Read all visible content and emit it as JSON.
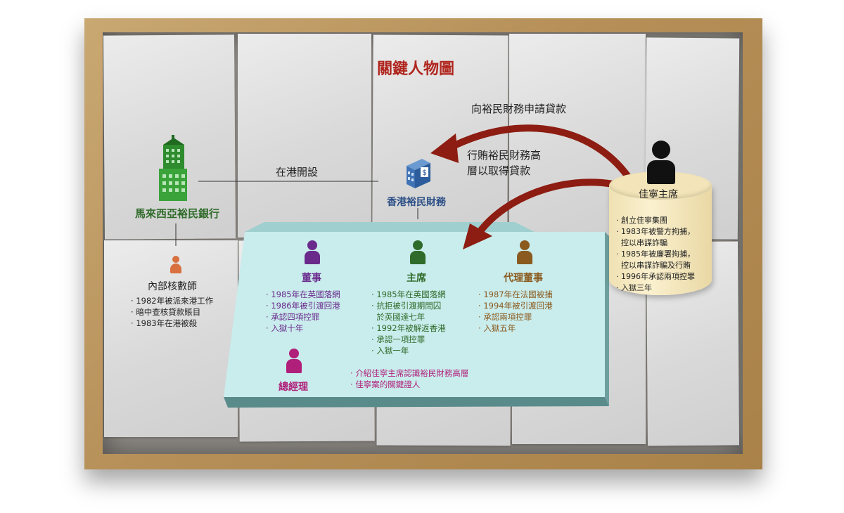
{
  "title": "關鍵人物圖",
  "arrows": {
    "loan_application": "向裕民財務申請貸款",
    "bribe_line1": "行賄裕民財務高",
    "bribe_line2": "層以取得貸款",
    "establish": "在港開設"
  },
  "bank": {
    "name": "馬來西亞裕民銀行"
  },
  "finance": {
    "name": "香港裕民財務"
  },
  "auditor": {
    "title": "內部核數師",
    "notes": [
      "1982年被派來港工作",
      "暗中查核貸款賬目",
      "1983年在港被殺"
    ]
  },
  "director": {
    "title": "董事",
    "notes": [
      "1985年在英國落網",
      "1986年被引渡回港",
      "承認四項控罪",
      "入獄十年"
    ]
  },
  "chairman": {
    "title": "主席",
    "notes": [
      "1985年在英國落網",
      "抗拒被引渡期間囚",
      "於英國達七年",
      "1992年被解返香港",
      "承認一項控罪",
      "入獄一年"
    ]
  },
  "acting_director": {
    "title": "代理董事",
    "notes": [
      "1987年在法國被捕",
      "1994年被引渡回港",
      "承認兩項控罪",
      "入獄五年"
    ]
  },
  "general_manager": {
    "title": "總經理",
    "notes": [
      "介紹佳寧主席認識裕民財務高層",
      "佳寧案的關鍵證人"
    ]
  },
  "carrian_chairman": {
    "title": "佳寧主席",
    "notes": [
      "創立佳寧集團",
      "1983年被警方拘捕，",
      "控以串謀詐騙",
      "1985年被廉署拘捕，",
      "控以串謀詐騙及行賄",
      "1996年承認兩項控罪",
      "入獄三年"
    ]
  },
  "colors": {
    "title": "#b0261e",
    "director": "#6a2a8c",
    "chairman": "#2f6b2a",
    "acting_director": "#8a5a1e",
    "general_manager": "#b0207a",
    "auditor": "#d97040",
    "platform": "#c9ecec",
    "arrow": "#8d1d12"
  },
  "icons": [
    "bank-building-icon",
    "finance-building-icon",
    "person-icon"
  ]
}
